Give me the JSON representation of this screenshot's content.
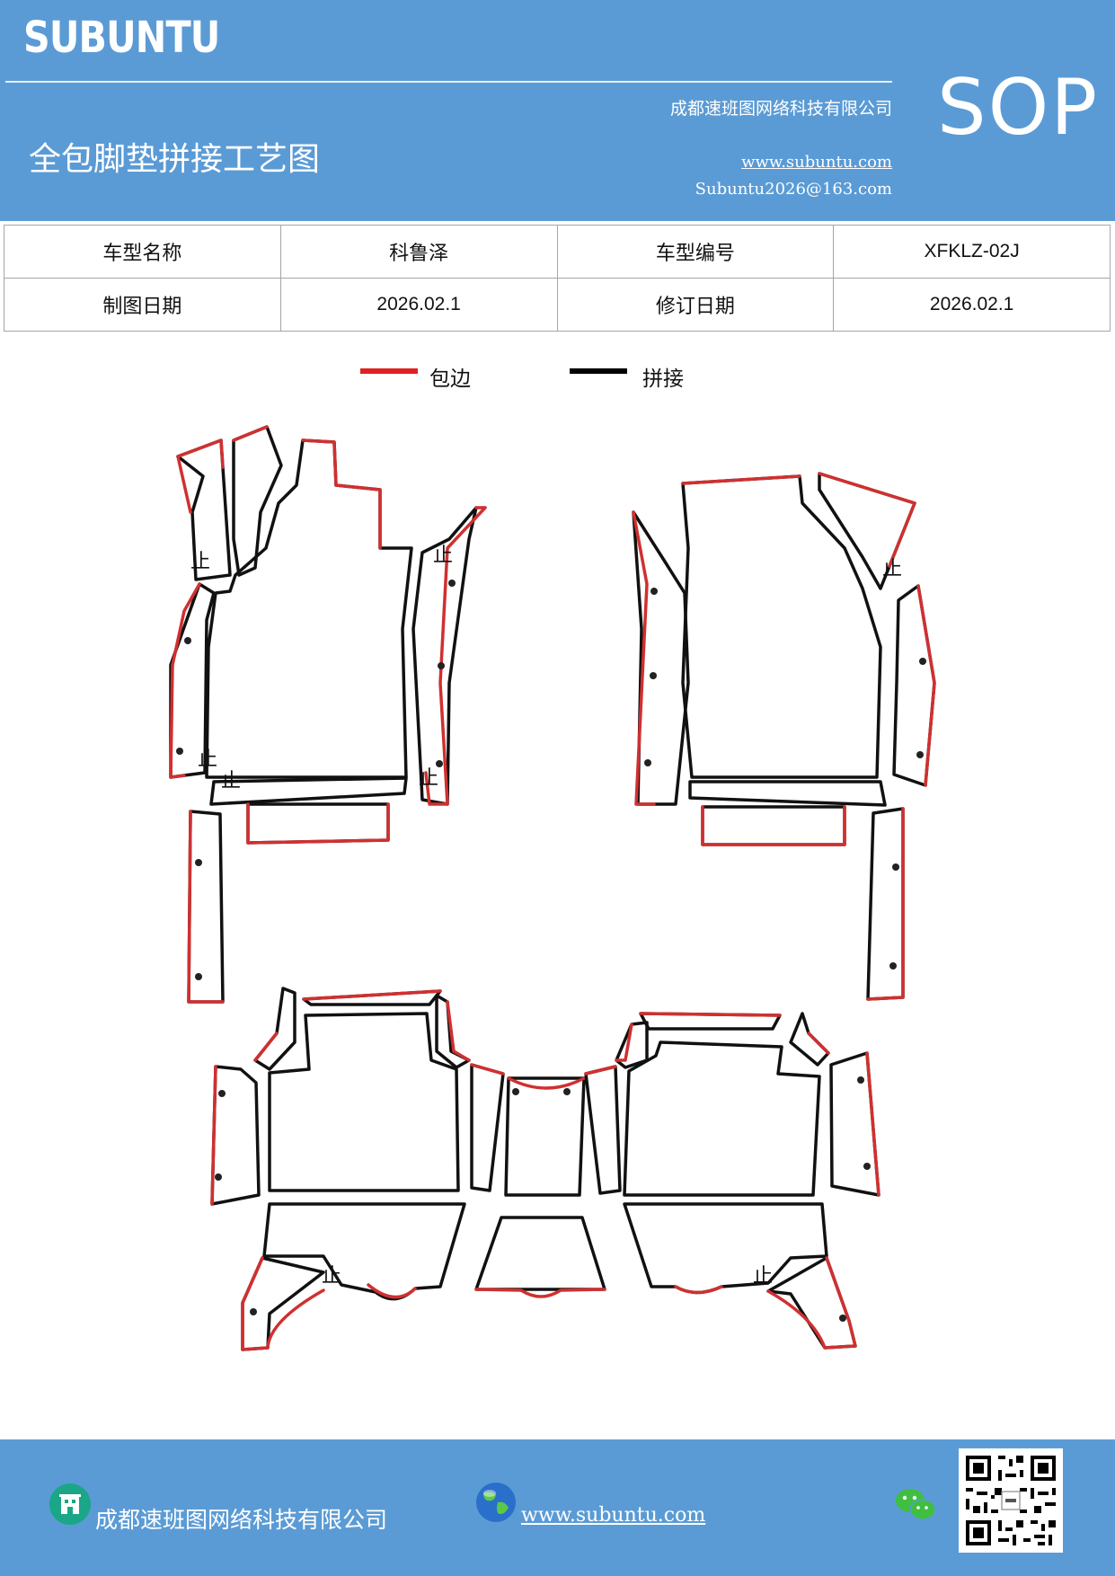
{
  "header": {
    "brand": "SUBUNTU",
    "company": "成都速班图网络科技有限公司",
    "title": "全包脚垫拼接工艺图",
    "website": "www.subuntu.com",
    "email": "Subuntu2026@163.com",
    "badge": "SOP"
  },
  "info_table": {
    "rows": [
      [
        "车型名称",
        "科鲁泽",
        "车型编号",
        "XFKLZ-02J"
      ],
      [
        "制图日期",
        "2026.02.1",
        "修订日期",
        "2026.02.1"
      ]
    ]
  },
  "legend": {
    "items": [
      {
        "label": "包边",
        "color": "#e02020"
      },
      {
        "label": "拼接",
        "color": "#000000"
      }
    ]
  },
  "diagram": {
    "edge_color": "#d03030",
    "seam_color": "#111111",
    "mark_label": "止"
  },
  "footer": {
    "company": "成都速班图网络科技有限公司",
    "website": "www.subuntu.com",
    "building_icon": "building-icon",
    "globe_icon": "globe-icon",
    "wechat_icon": "wechat-icon",
    "qr_icon": "qr-code-icon"
  }
}
